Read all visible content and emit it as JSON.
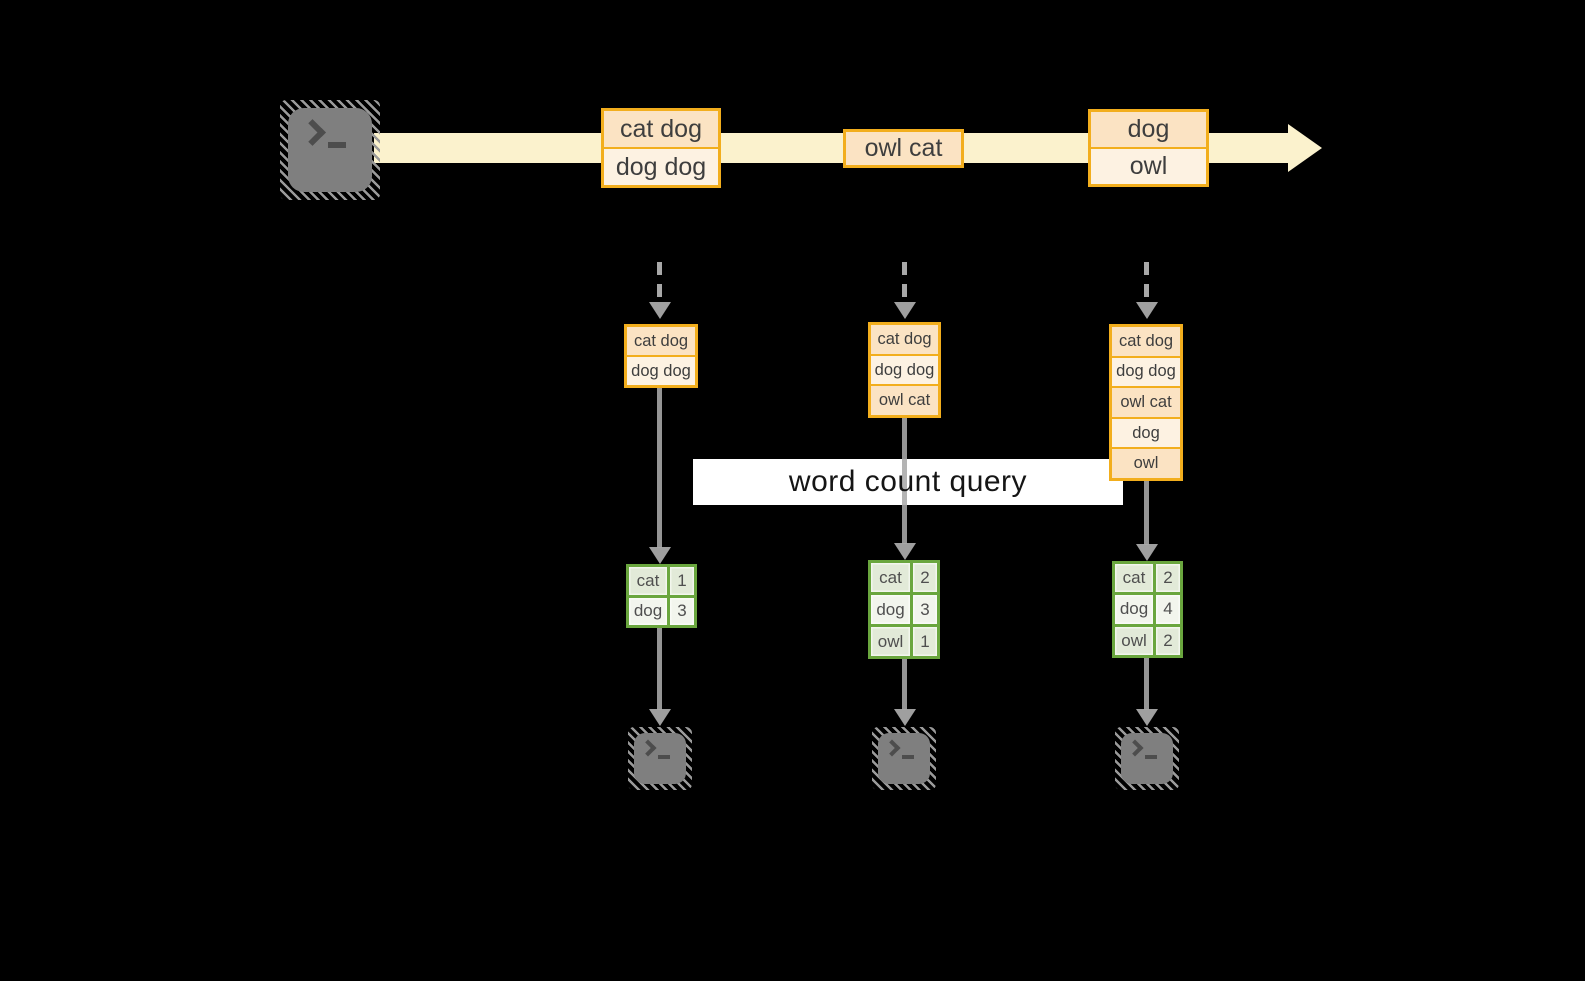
{
  "query": {
    "label": "word count query"
  },
  "stream": {
    "events": [
      {
        "lines": [
          "cat dog",
          "dog dog"
        ]
      },
      {
        "lines": [
          "owl cat"
        ]
      },
      {
        "lines": [
          "dog",
          "owl"
        ]
      }
    ]
  },
  "state_buffers": [
    {
      "lines": [
        "cat dog",
        "dog dog"
      ]
    },
    {
      "lines": [
        "cat dog",
        "dog dog",
        "owl cat"
      ]
    },
    {
      "lines": [
        "cat dog",
        "dog dog",
        "owl cat",
        "dog",
        "owl"
      ]
    }
  ],
  "count_tables": [
    {
      "rows": [
        {
          "word": "cat",
          "count": "1"
        },
        {
          "word": "dog",
          "count": "3"
        }
      ]
    },
    {
      "rows": [
        {
          "word": "cat",
          "count": "2"
        },
        {
          "word": "dog",
          "count": "3"
        },
        {
          "word": "owl",
          "count": "1"
        }
      ]
    },
    {
      "rows": [
        {
          "word": "cat",
          "count": "2"
        },
        {
          "word": "dog",
          "count": "4"
        },
        {
          "word": "owl",
          "count": "2"
        }
      ]
    }
  ],
  "icons": {
    "source": "terminal-icon",
    "sinks": [
      "terminal-icon",
      "terminal-icon",
      "terminal-icon"
    ]
  },
  "colors": {
    "background": "#000000",
    "stream_band": "#fbf2cd",
    "box_border": "#f2ae1d",
    "box_fill_peach": "#fbe3c3",
    "box_fill_cream": "#fdf2e2",
    "table_border": "#6aa63e",
    "table_cell_sage": "#e2ead8",
    "table_cell_light": "#f2f5ed",
    "connector_grey": "#a8a8a8",
    "terminal_grey": "#7f7f7f",
    "query_band": "#ffffff"
  }
}
